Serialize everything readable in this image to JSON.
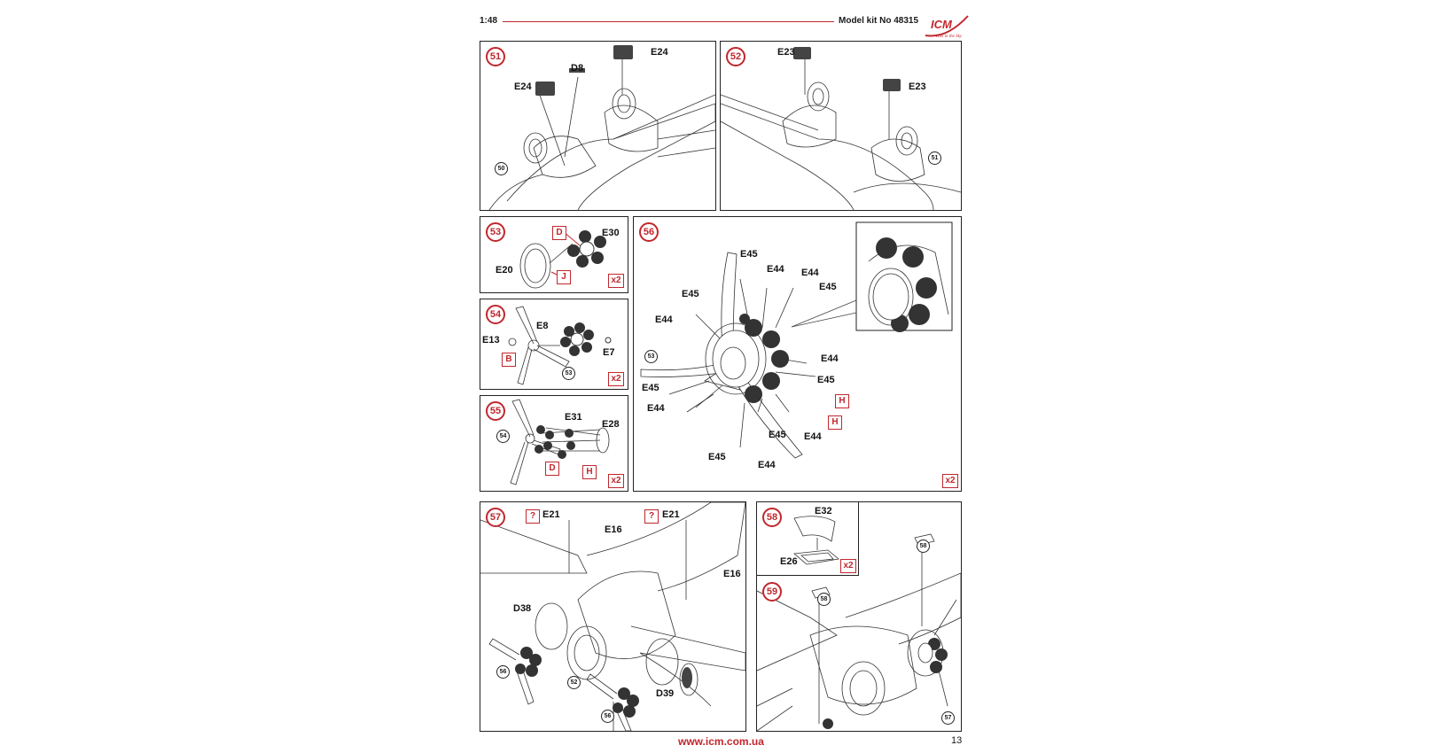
{
  "header": {
    "scale": "1:48",
    "kit": "Model kit No 48315",
    "logo_text": "ICM",
    "logo_tagline": "Hits in the Sky"
  },
  "footer": {
    "url": "www.icm.com.ua",
    "page": "13"
  },
  "colors": {
    "accent": "#c1272d",
    "line": "#222222"
  },
  "steps": {
    "s51": {
      "num": "51",
      "labels": [
        "E24",
        "D8",
        "E24"
      ],
      "refs": [
        "50"
      ]
    },
    "s52": {
      "num": "52",
      "labels": [
        "E23",
        "E23"
      ],
      "refs": [
        "51"
      ]
    },
    "s53": {
      "num": "53",
      "labels": [
        "E30",
        "E20"
      ],
      "codes": [
        "D",
        "J"
      ],
      "mult": "x2"
    },
    "s54": {
      "num": "54",
      "labels": [
        "E8",
        "E13",
        "E7"
      ],
      "codes": [
        "B"
      ],
      "refs": [
        "53"
      ],
      "mult": "x2"
    },
    "s55": {
      "num": "55",
      "labels": [
        "E31",
        "E28"
      ],
      "codes": [
        "D",
        "H"
      ],
      "refs": [
        "54"
      ],
      "mult": "x2"
    },
    "s56": {
      "num": "56",
      "labels": [
        "E45",
        "E44",
        "E44",
        "E45",
        "E45",
        "E44",
        "E44",
        "E45",
        "E45",
        "E44",
        "E45",
        "E44",
        "E45",
        "E44"
      ],
      "codes": [
        "H",
        "H"
      ],
      "refs": [
        "53"
      ],
      "mult": "x2"
    },
    "s57": {
      "num": "57",
      "labels": [
        "E21",
        "E21",
        "E16",
        "E16",
        "D38",
        "D39"
      ],
      "codes": [
        "?",
        "?"
      ],
      "refs": [
        "56",
        "52",
        "56"
      ]
    },
    "s58": {
      "num": "58",
      "labels": [
        "E32",
        "E26"
      ],
      "mult": "x2"
    },
    "s59": {
      "num": "59",
      "refs": [
        "58",
        "58",
        "57"
      ]
    }
  }
}
